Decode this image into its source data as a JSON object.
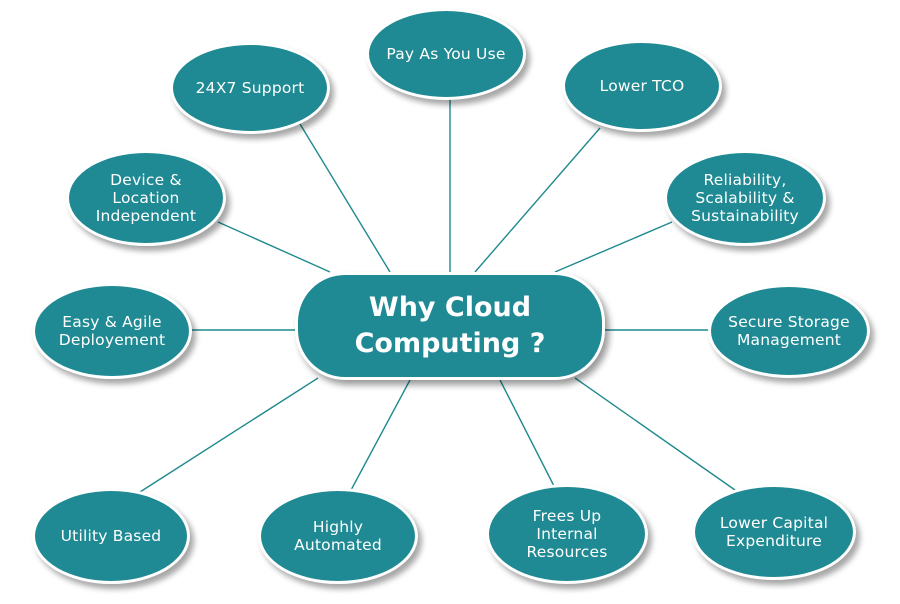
{
  "center": {
    "title": "Why Cloud\nComputing ?"
  },
  "nodes": [
    {
      "id": "pay-as-you-use",
      "label": "Pay As You Use"
    },
    {
      "id": "lower-tco",
      "label": "Lower TCO"
    },
    {
      "id": "24x7-support",
      "label": "24X7 Support"
    },
    {
      "id": "device-location-independent",
      "label": "Device &\nLocation\nIndependent"
    },
    {
      "id": "reliability-scalability",
      "label": "Reliability,\nScalability &\nSustainability"
    },
    {
      "id": "easy-agile-deployement",
      "label": "Easy & Agile\nDeployement"
    },
    {
      "id": "secure-storage-management",
      "label": "Secure Storage\nManagement"
    },
    {
      "id": "utility-based",
      "label": "Utility Based"
    },
    {
      "id": "highly-automated",
      "label": "Highly\nAutomated"
    },
    {
      "id": "frees-up-internal-resources",
      "label": "Frees Up\nInternal\nResources"
    },
    {
      "id": "lower-capital-expenditure",
      "label": "Lower Capital\nExpenditure"
    }
  ],
  "colors": {
    "node_fill": "#1f8a93",
    "connector": "#1f8a8e",
    "border": "#ffffff"
  }
}
